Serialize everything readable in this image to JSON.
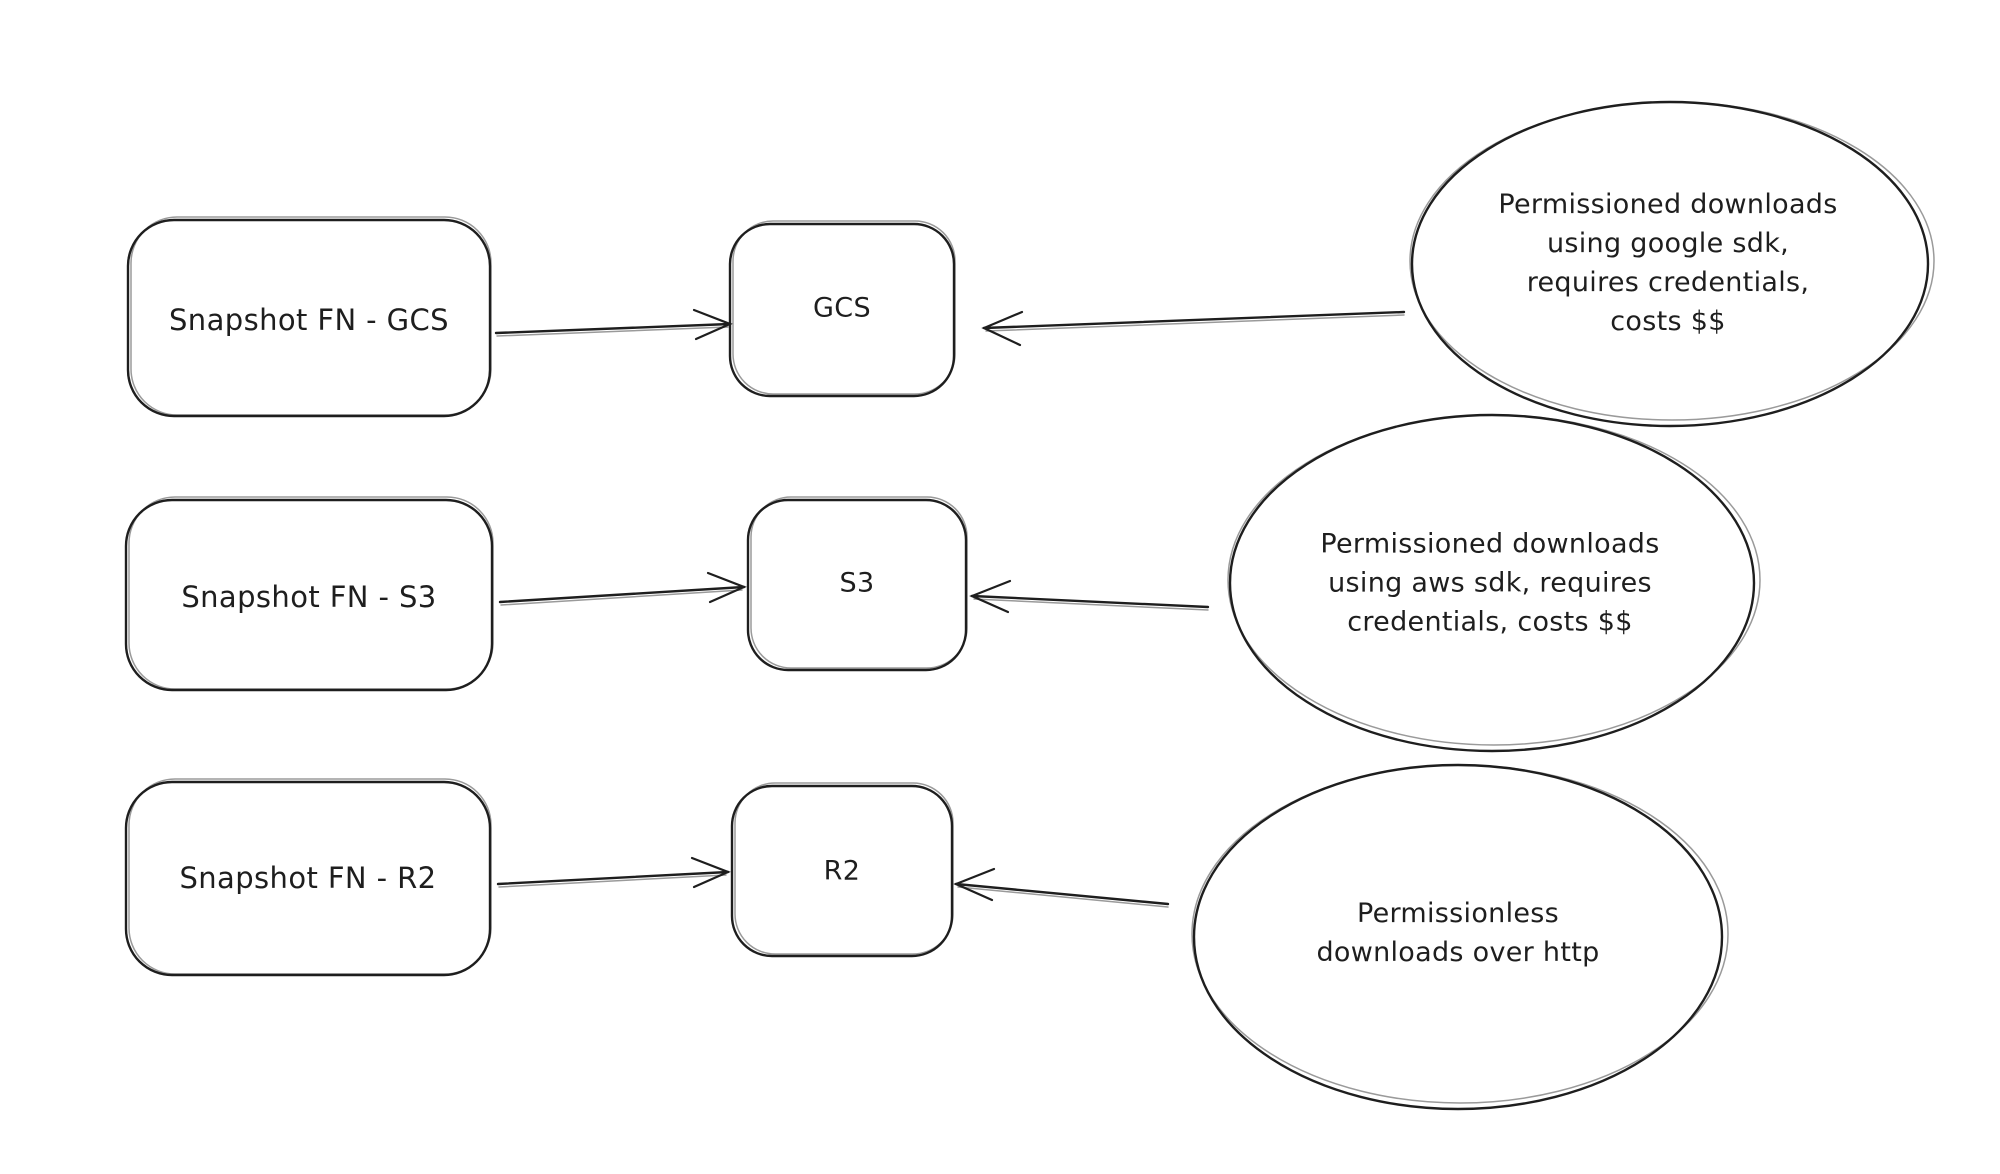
{
  "colors": {
    "stroke": "#1e1e1e",
    "background": "#ffffff",
    "text": "#1e1e1e"
  },
  "rows": [
    {
      "source_label": "Snapshot FN - GCS",
      "target_label": "GCS",
      "note_lines": [
        "Permissioned downloads",
        "using google sdk,",
        "requires credentials,",
        "costs $$"
      ]
    },
    {
      "source_label": "Snapshot FN - S3",
      "target_label": "S3",
      "note_lines": [
        "Permissioned downloads",
        "using aws sdk, requires",
        "credentials, costs $$"
      ]
    },
    {
      "source_label": "Snapshot FN - R2",
      "target_label": "R2",
      "note_lines": [
        "Permissionless",
        "downloads over http"
      ]
    }
  ]
}
